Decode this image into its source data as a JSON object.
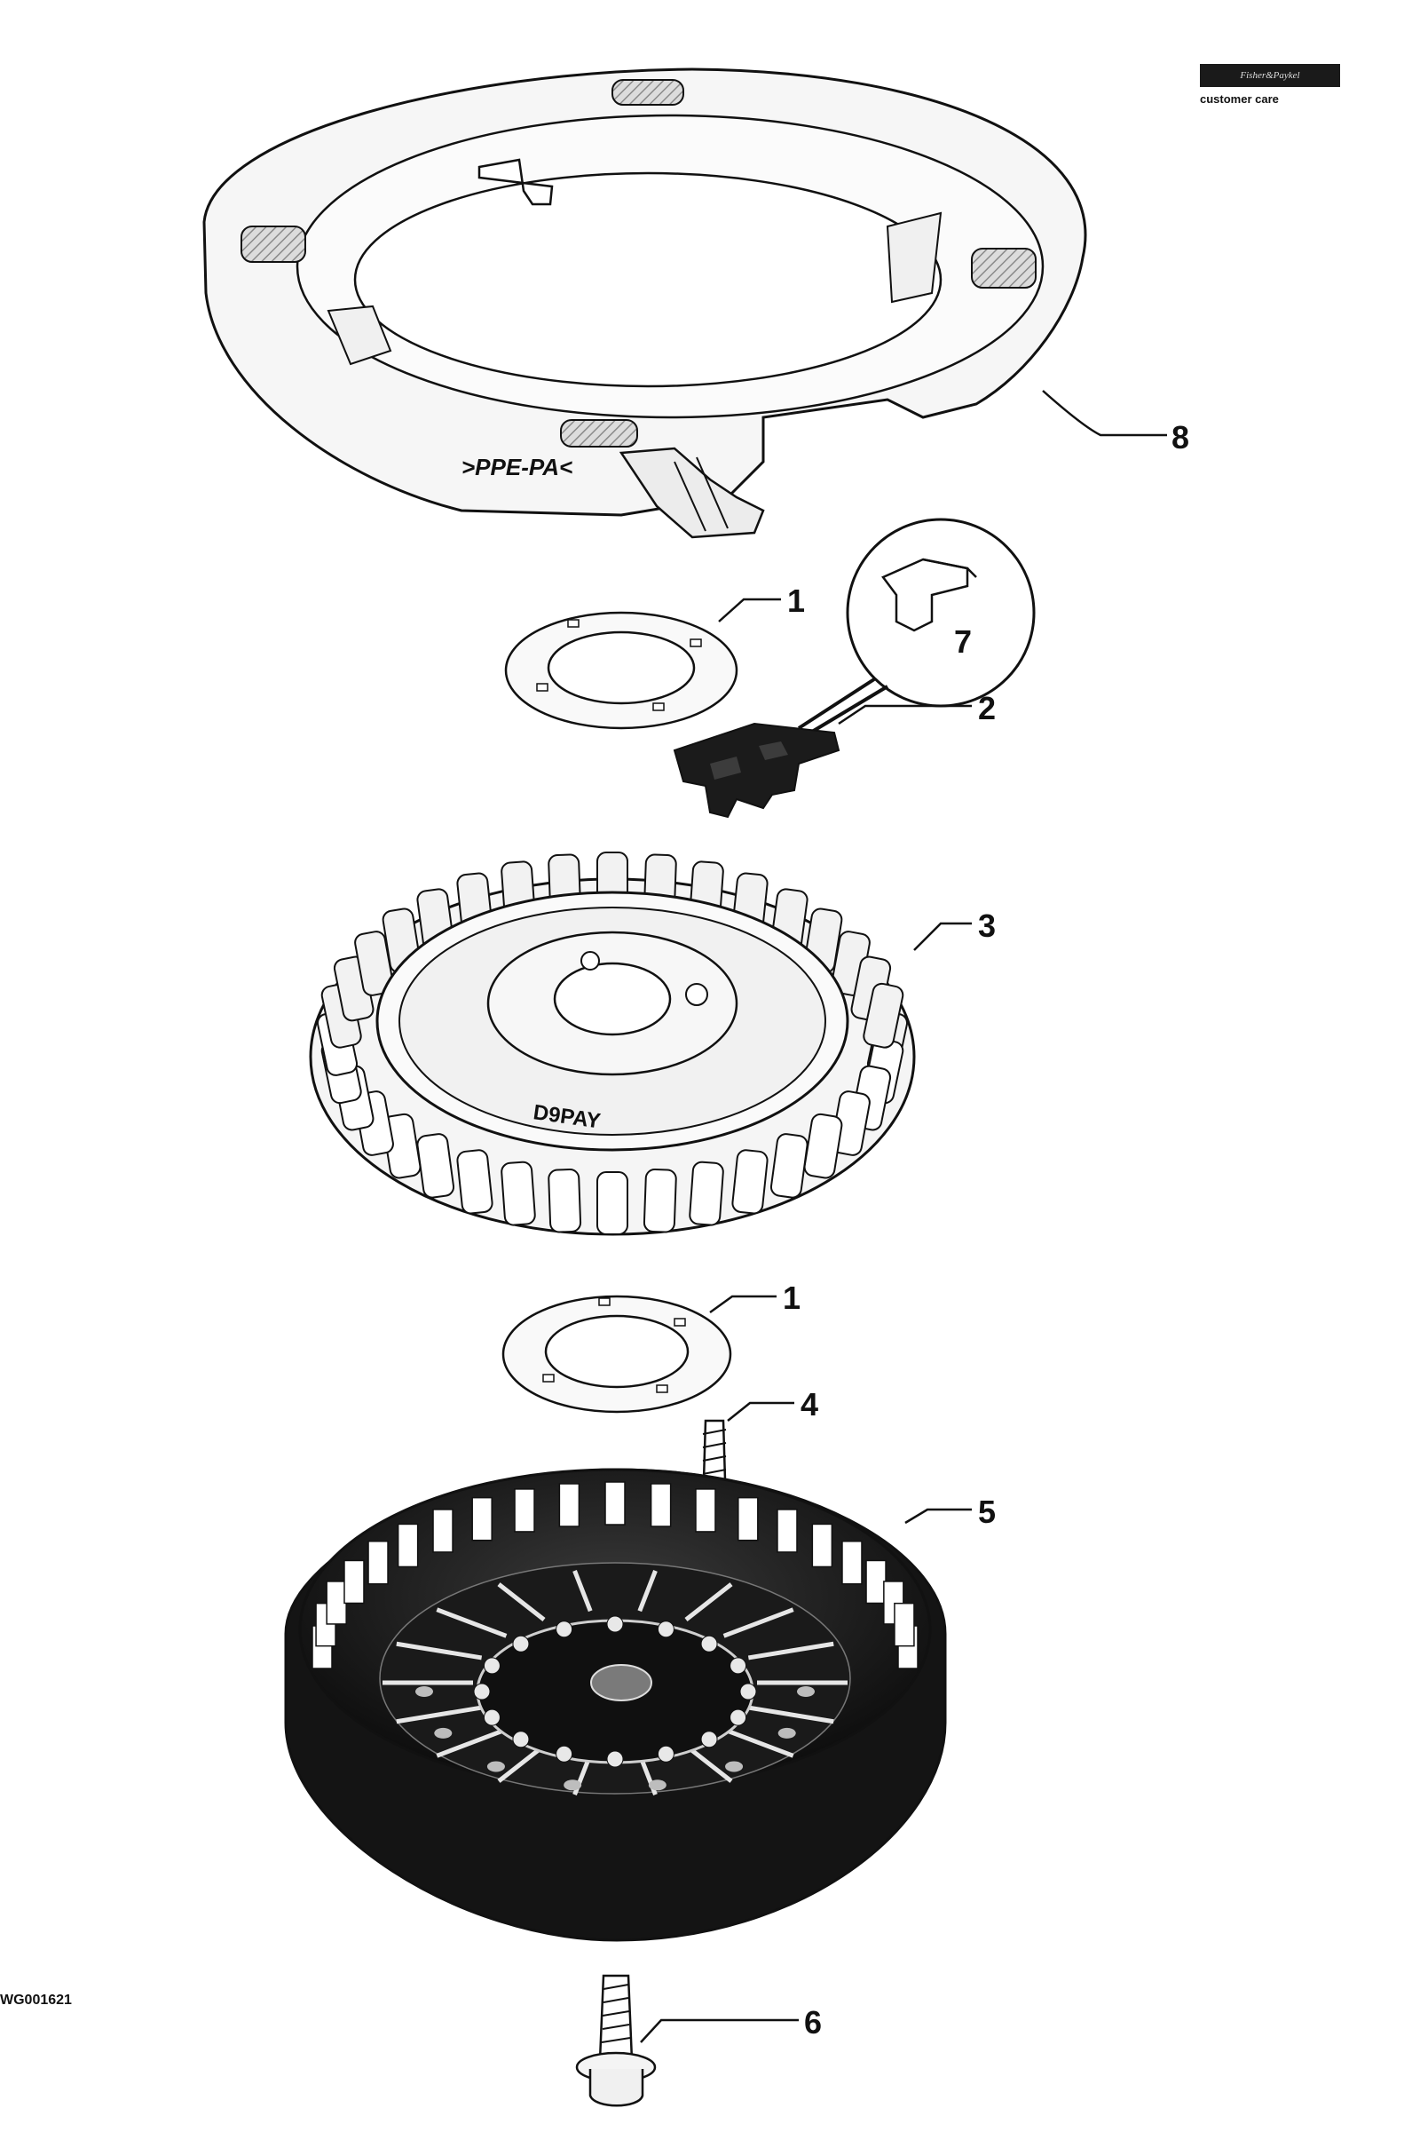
{
  "brand": {
    "maker": "Fisher&Paykel",
    "service": "customer care"
  },
  "drawing_number": "WG001621",
  "ring_marking": ">PPE-PA<",
  "stator_marking": "D9PAY",
  "callouts": {
    "c1_top": "1",
    "c2": "2",
    "c3": "3",
    "c1_bottom": "1",
    "c4": "4",
    "c5": "5",
    "c6": "6",
    "c7": "7",
    "c8": "8"
  },
  "colors": {
    "line": "#111111",
    "fill_light": "#f4f4f4",
    "fill_dark": "#1c1c1c",
    "hatch": "#9a9a9a"
  }
}
